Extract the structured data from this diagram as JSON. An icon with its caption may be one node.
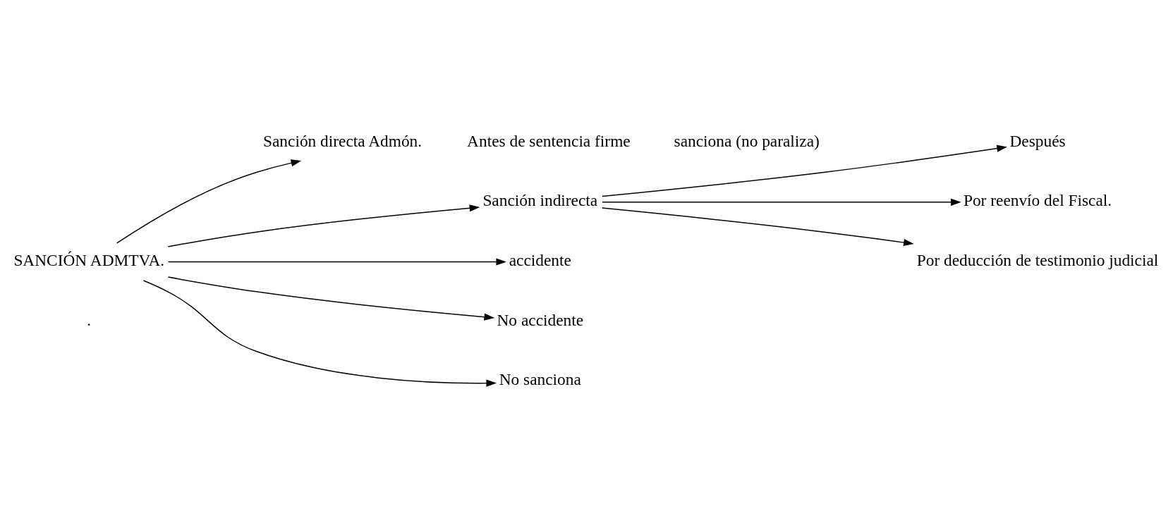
{
  "diagram": {
    "nodes": [
      {
        "text": [
          "SANCIÓN ADMTVA."
        ]
      },
      {
        "text": [
          "Sanción directa Admón."
        ],
        "beside": [
          "Antes de sentencia firme",
          "sanciona (no paraliza)"
        ]
      },
      {
        "text": [
          "Sanción indirecta"
        ]
      },
      {
        "text": [
          "accidente"
        ]
      },
      {
        "text": [
          "No accidente"
        ]
      },
      {
        "text": [
          "No sanciona"
        ]
      },
      {
        "text": [
          "Después"
        ]
      },
      {
        "text": [
          "Por reenvío del Fiscal."
        ]
      },
      {
        "text": [
          "Por deducción de testimonio judicial"
        ]
      }
    ],
    "edges": [
      {
        "from": 0,
        "to": 1,
        "arrow": "to"
      },
      {
        "from": 0,
        "to": 2,
        "arrow": "to"
      },
      {
        "from": 0,
        "to": 3,
        "arrow": "to"
      },
      {
        "from": 0,
        "to": 4,
        "arrow": "to"
      },
      {
        "from": 0,
        "to": 5,
        "arrow": "to"
      },
      {
        "from": 2,
        "to": 6,
        "arrow": "to"
      },
      {
        "from": 2,
        "to": 7,
        "arrow": "to"
      },
      {
        "from": 2,
        "to": 8,
        "arrow": "to"
      }
    ],
    "labels": [
      "."
    ]
  }
}
